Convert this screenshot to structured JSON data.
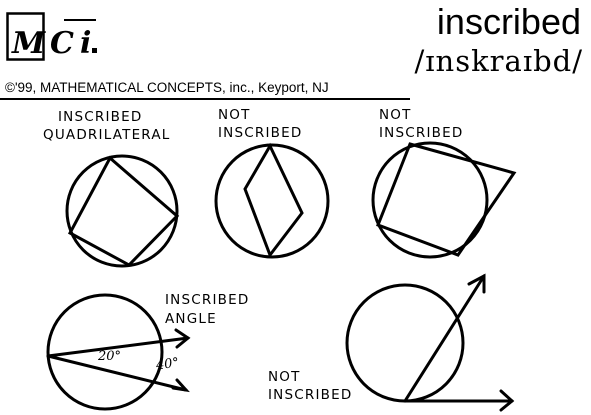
{
  "header": {
    "logo_text": "MC i.",
    "word": "inscribed",
    "pronunciation": "/ɪnskraɪbd/",
    "copyright": "©'99, MATHEMATICAL CONCEPTS, inc., Keyport, NJ"
  },
  "figures": [
    {
      "id": "inscribed-quadrilateral",
      "label_line1": "INSCRIBED",
      "label_line2": "QUADRILATERAL"
    },
    {
      "id": "not-inscribed-rhombus",
      "label_line1": "NOT",
      "label_line2": "INSCRIBED"
    },
    {
      "id": "not-inscribed-quad",
      "label_line1": "NOT",
      "label_line2": "INSCRIBED"
    },
    {
      "id": "inscribed-angle",
      "label_line1": "INSCRIBED",
      "label_line2": "ANGLE",
      "angle_value": "20°",
      "arc_value": "40°"
    },
    {
      "id": "not-inscribed-angle",
      "label_line1": "NOT",
      "label_line2": "INSCRIBED"
    }
  ],
  "colors": {
    "ink": "#000000",
    "background": "#ffffff"
  }
}
